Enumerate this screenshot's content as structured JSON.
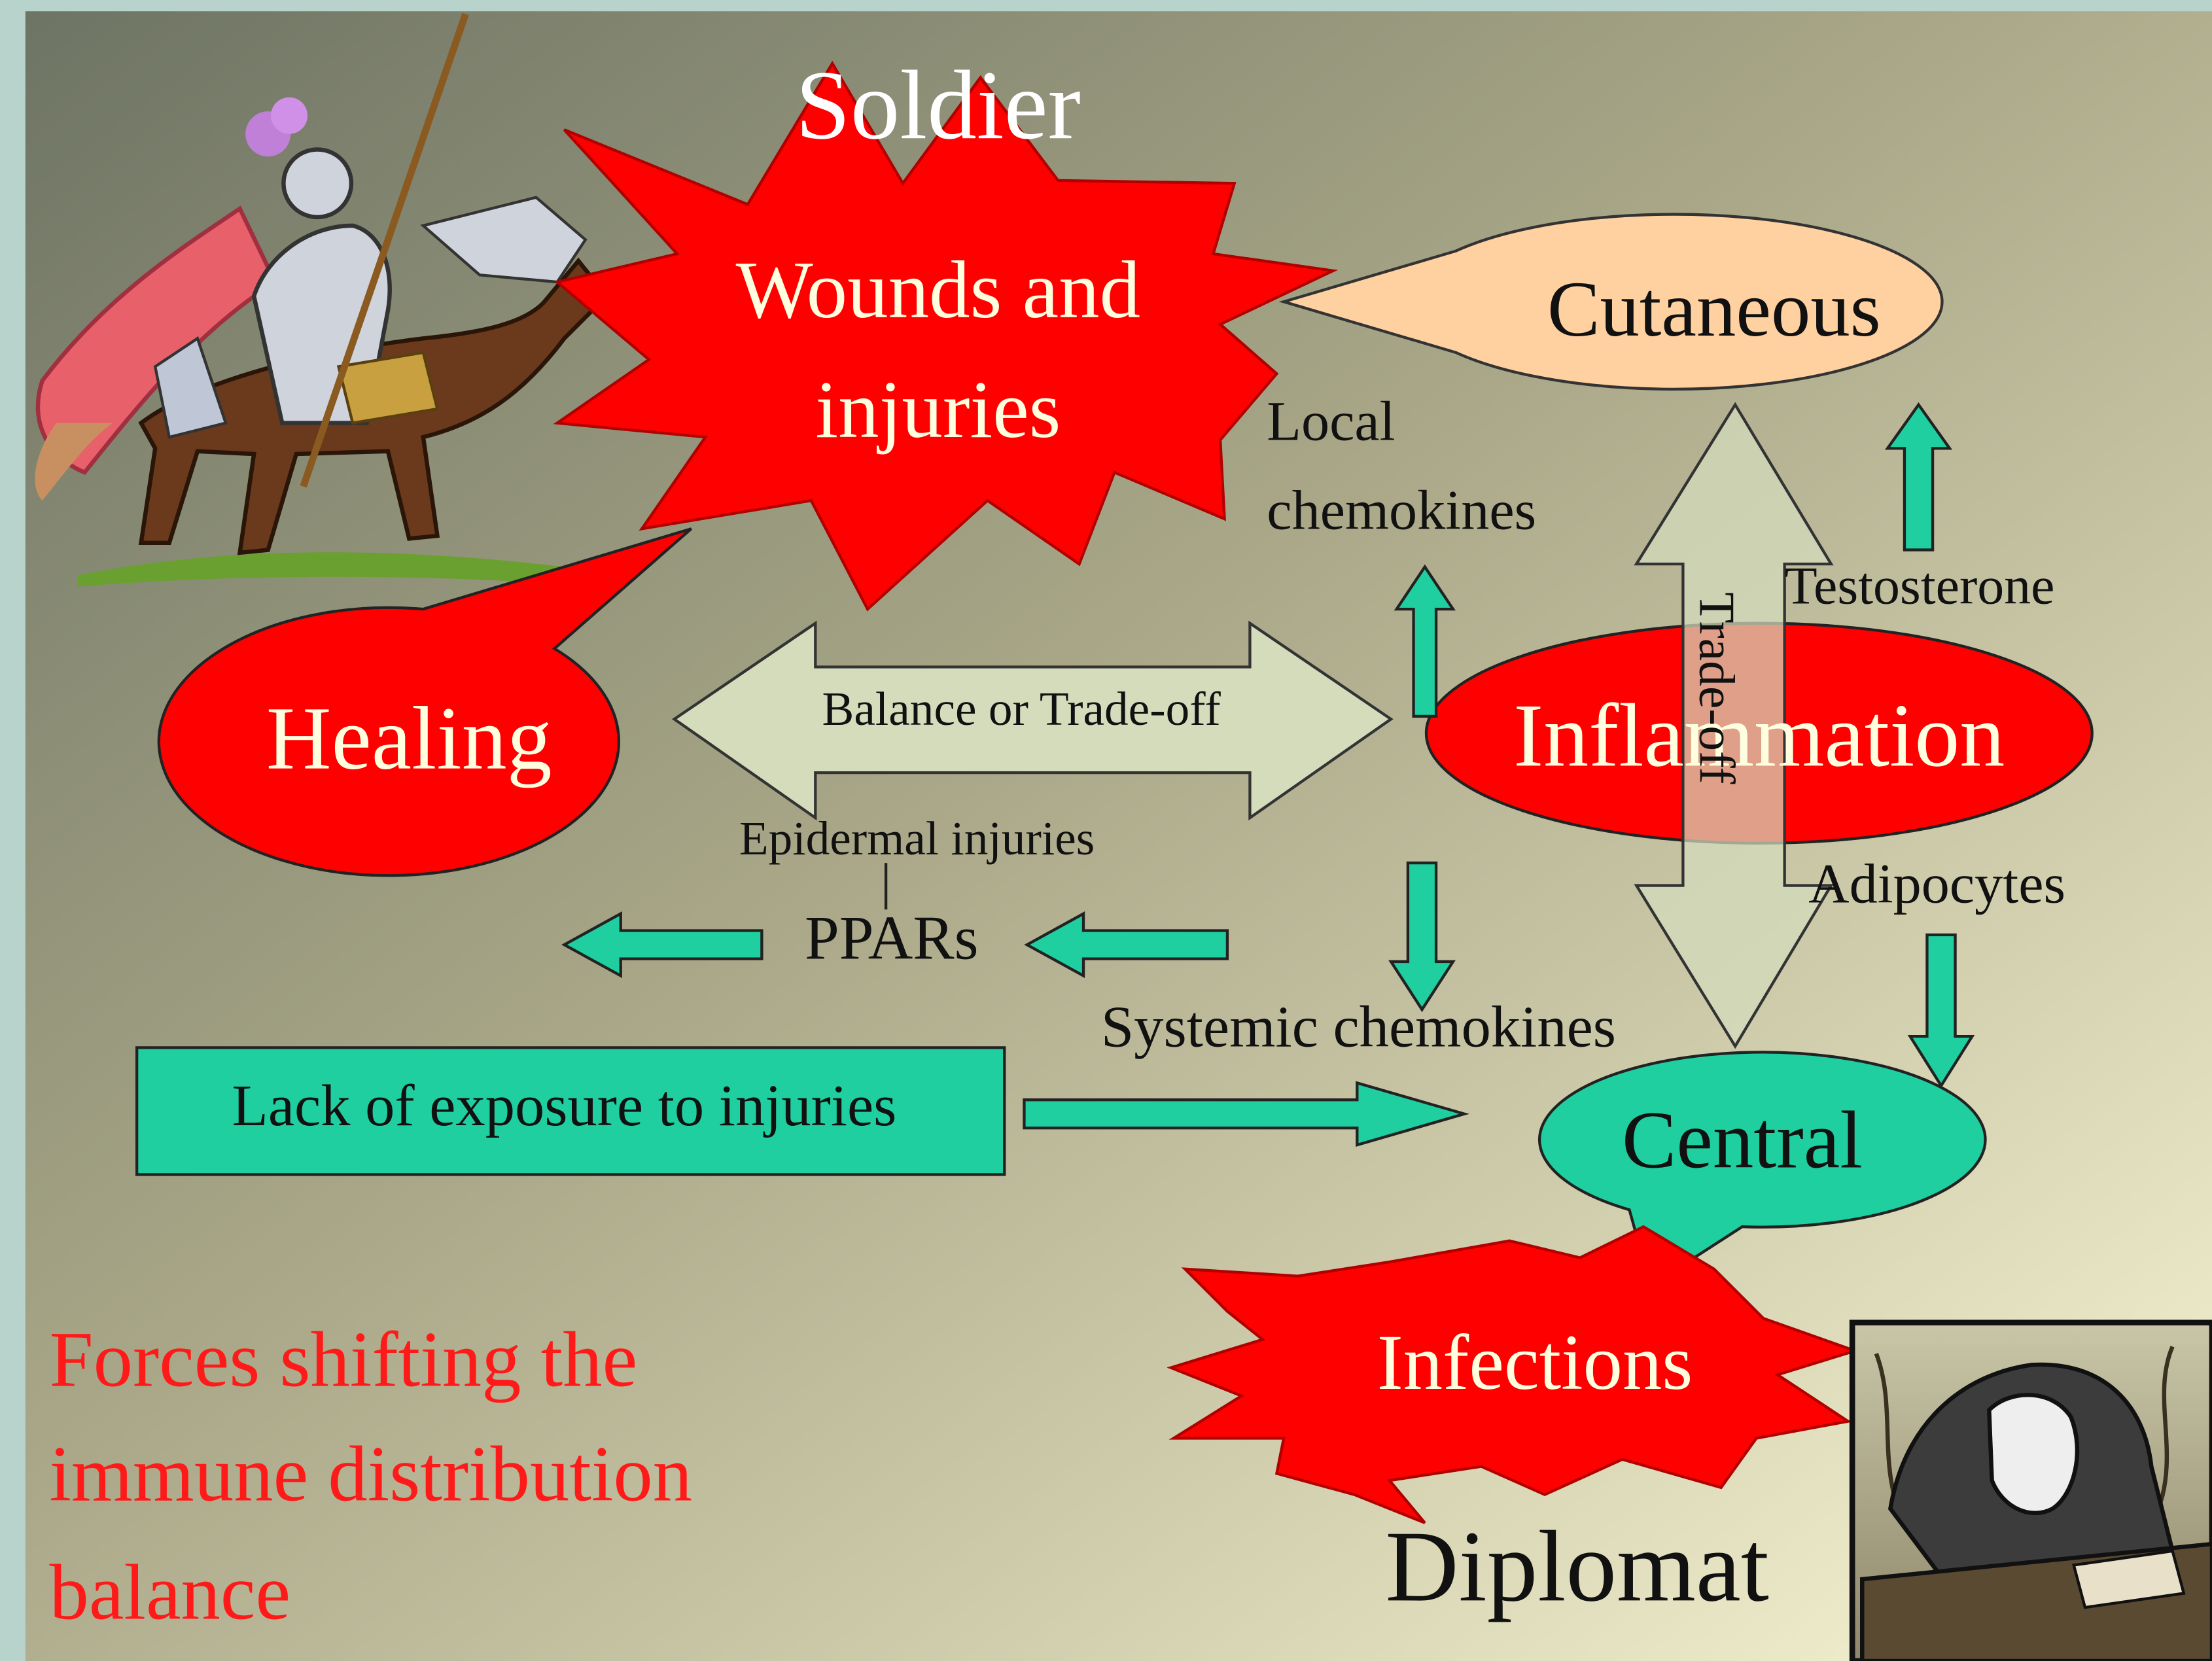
{
  "labels": {
    "soldier": "Soldier",
    "wounds_line1": "Wounds and",
    "wounds_line2": "injuries",
    "cutaneous": "Cutaneous",
    "local_line1": "Local",
    "local_line2": "chemokines",
    "testosterone": "Testosterone",
    "healing": "Healing",
    "balance": "Balance or Trade-off",
    "inflammation": "Inflammation",
    "tradeoff": "Trade-off",
    "epidermal": "Epidermal injuries",
    "adipocytes": "Adipocytes",
    "ppars": "PPARs",
    "systemic": "Systemic chemokines",
    "lack": "Lack of exposure to injuries",
    "central": "Central",
    "forces_line1": "Forces shifting the",
    "forces_line2": "immune distribution",
    "forces_line3": "balance",
    "infections": "Infections",
    "diplomat": "Diplomat"
  },
  "colors": {
    "red": "#ff0000",
    "teal": "#1fcfa0",
    "peach": "#ffd0a0",
    "pale_arrow": "#d4dcbc",
    "red_text": "#ff1a1a",
    "white_text": "#ffffe0"
  },
  "icons": {
    "knight": "knight-on-horse-icon",
    "diplomat": "diplomat-writing-icon"
  }
}
